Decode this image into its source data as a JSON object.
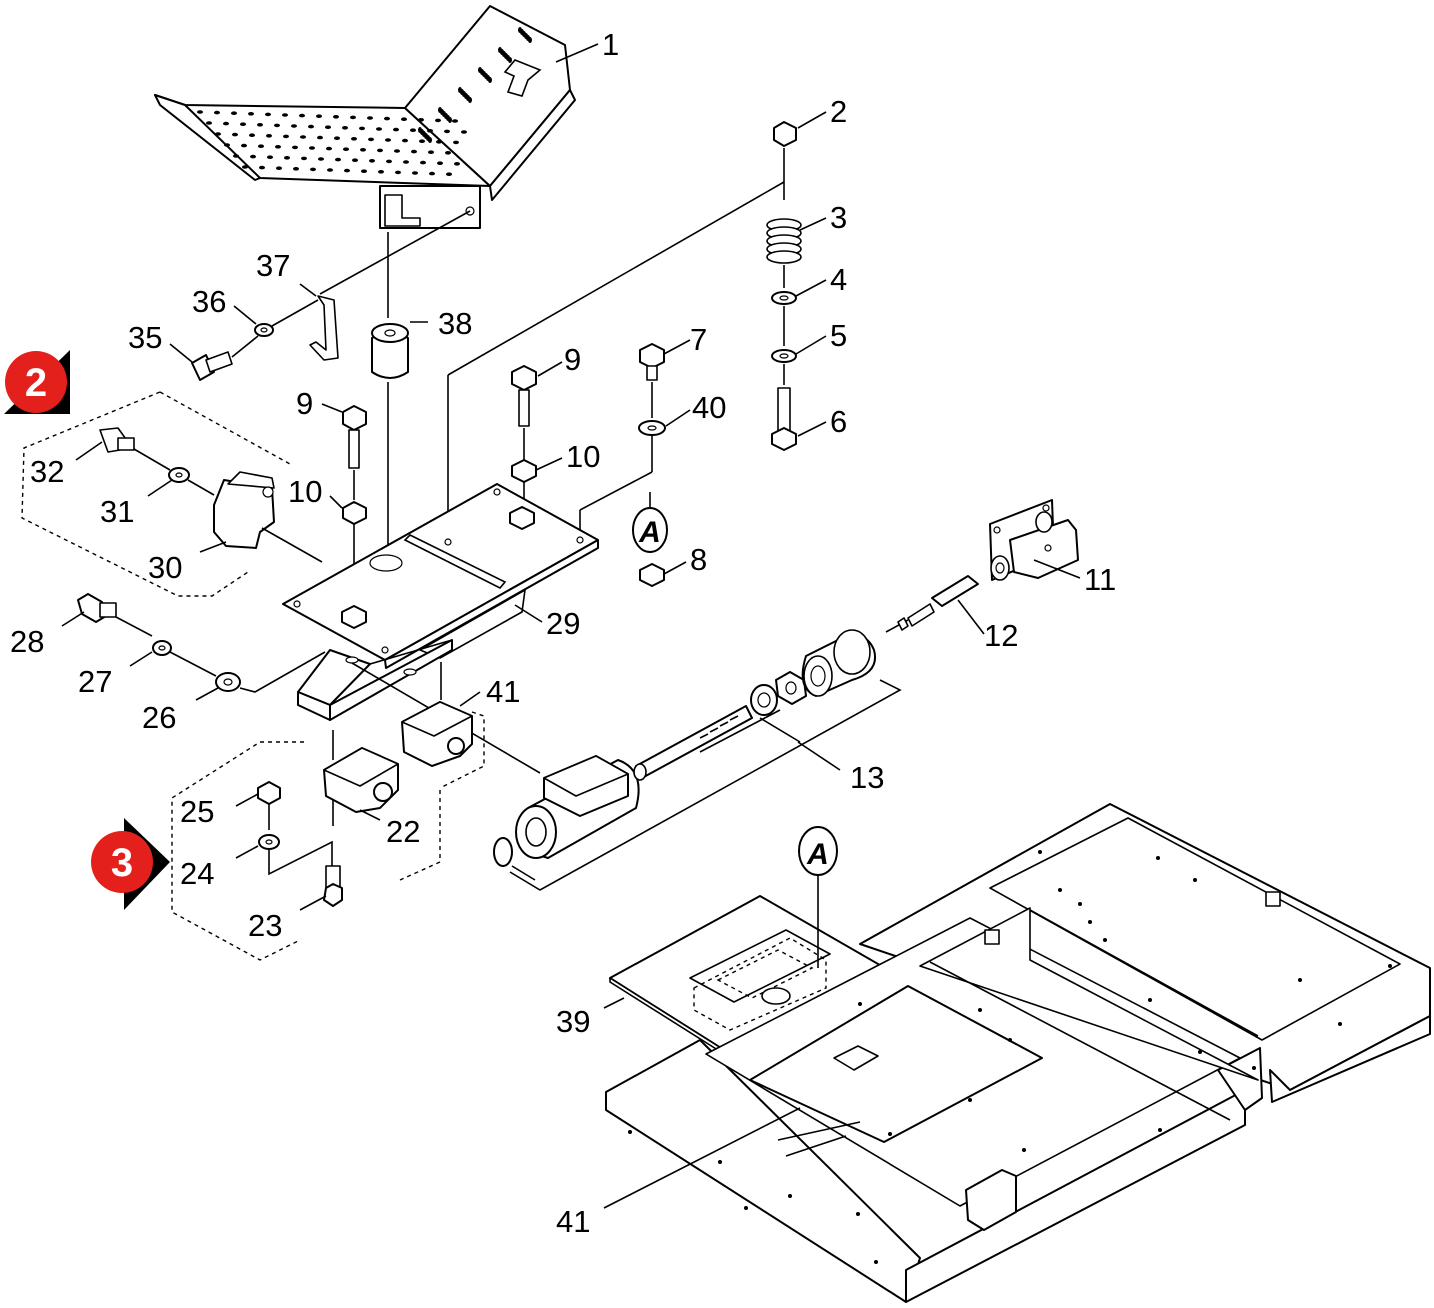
{
  "callouts": {
    "c1": "1",
    "c2": "2",
    "c3": "3",
    "c4": "4",
    "c5": "5",
    "c6": "6",
    "c7": "7",
    "c8": "8",
    "c9a": "9",
    "c9b": "9",
    "c10a": "10",
    "c10b": "10",
    "c11": "11",
    "c12": "12",
    "c13": "13",
    "c22": "22",
    "c23": "23",
    "c24": "24",
    "c25": "25",
    "c26": "26",
    "c27": "27",
    "c28": "28",
    "c29": "29",
    "c30": "30",
    "c31": "31",
    "c32": "32",
    "c35": "35",
    "c36": "36",
    "c37": "37",
    "c38": "38",
    "c39": "39",
    "c40": "40",
    "c41a": "41",
    "c41b": "41"
  },
  "markers": {
    "ref_a_top": "A",
    "ref_a_bottom": "A",
    "view_2": "2",
    "view_3": "3"
  },
  "colors": {
    "marker_red": "#e3201b",
    "marker_arrow": "#000000",
    "ink": "#000000",
    "paper": "#ffffff"
  }
}
